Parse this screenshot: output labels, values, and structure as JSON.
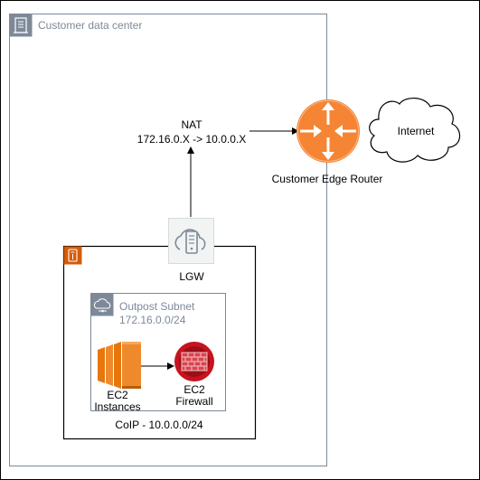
{
  "diagram": {
    "datacenter": {
      "title": "Customer data center"
    },
    "nat": {
      "title": "NAT",
      "mapping": "172.16.0.X -> 10.0.0.X"
    },
    "router": {
      "label": "Customer Edge Router"
    },
    "internet": {
      "label": "Internet"
    },
    "lgw": {
      "label": "LGW"
    },
    "outpost": {
      "coip": "CoIP - 10.0.0.0/24"
    },
    "subnet": {
      "title": "Outpost Subnet",
      "cidr": "172.16.0.0/24"
    },
    "ec2_instances": {
      "line1": "EC2",
      "line2": "Instances"
    },
    "ec2_firewall": {
      "line1": "EC2",
      "line2": "Firewall"
    },
    "colors": {
      "router_orange": "#f58534",
      "ec2_orange": "#e7760d",
      "firewall_red": "#c7131f",
      "outpost_orange": "#d45b07",
      "group_grey": "#7d8998"
    }
  }
}
